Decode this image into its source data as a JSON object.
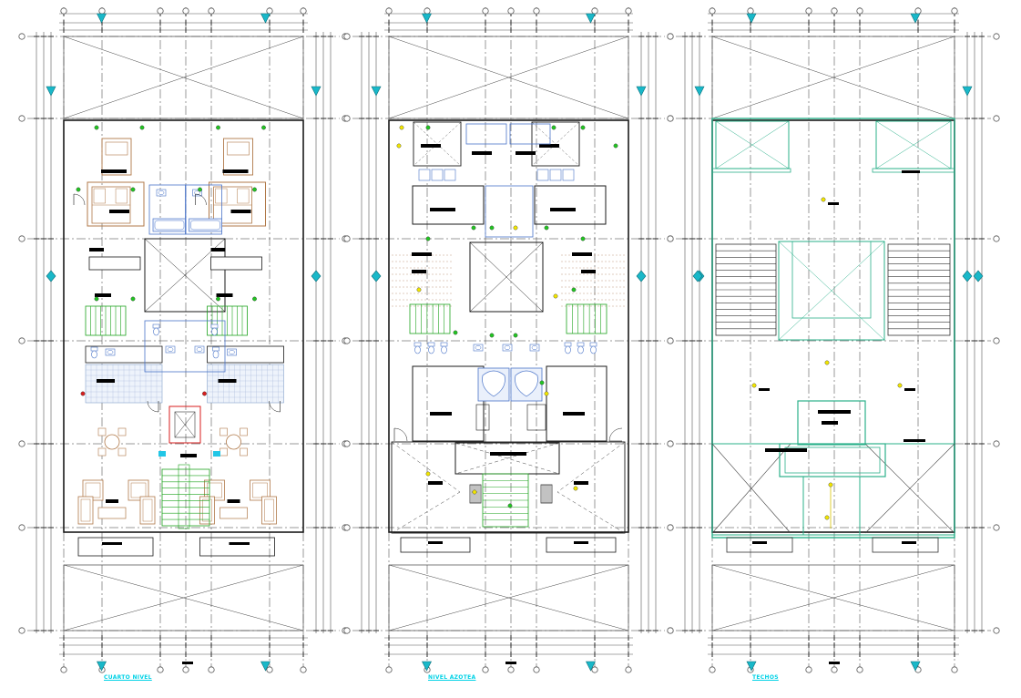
{
  "drawing": {
    "background": "#ffffff",
    "colors": {
      "wall": "#1a1a1a",
      "grid_bubble": "#555555",
      "axis_line": "#333333",
      "title_text": "#00d2e6",
      "level_marker": "#19b8c9",
      "furniture": "#b07848",
      "sanitary": "#4a74c9",
      "stair_green": "#1fa31f",
      "roof_outline": "#2bb08a",
      "light_fixture_yellow": "#f2e600",
      "light_fixture_green": "#22c422",
      "light_fixture_red": "#d81e1e",
      "dashed_line": "#444444",
      "tag_black": "#000000"
    },
    "panels": [
      {
        "id": "fourth-floor-plan",
        "title": "CUARTO NIVEL",
        "type": "floor-plan"
      },
      {
        "id": "rooftop-level-plan",
        "title": "NIVEL AZOTEA",
        "type": "rooftop-plan"
      },
      {
        "id": "roof-plan",
        "title": "TECHOS",
        "type": "roof-plan"
      }
    ]
  }
}
